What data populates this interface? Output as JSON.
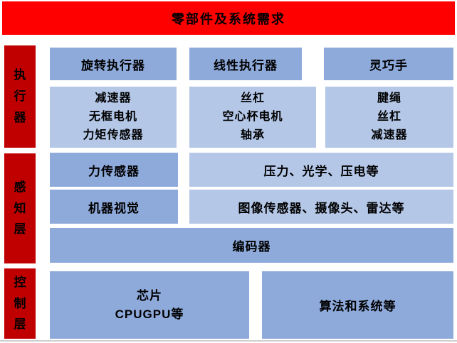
{
  "banner": {
    "title": "零部件及系统需求"
  },
  "colors": {
    "banner_red": "#fe0000",
    "side_red": "#c00000",
    "box_blue_dark": "#8eaadb",
    "box_blue_light": "#b4c7e7",
    "text": "#000000"
  },
  "sections": {
    "actuator": {
      "label": "执行器",
      "row1": [
        "旋转执行器",
        "线性执行器",
        "灵巧手"
      ],
      "row2": [
        [
          "减速器",
          "无框电机",
          "力矩传感器"
        ],
        [
          "丝杠",
          "空心杯电机",
          "轴承"
        ],
        [
          "腱绳",
          "丝杠",
          "减速器"
        ]
      ]
    },
    "perception": {
      "label": "感知层",
      "rows": [
        {
          "left": "力传感器",
          "right": "压力、光学、压电等"
        },
        {
          "left": "机器视觉",
          "right": "图像传感器、摄像头、雷达等"
        }
      ],
      "encoder": "编码器"
    },
    "control": {
      "label": "控制层",
      "chip_line1": "芯片",
      "chip_line2_en": "CPUGPU",
      "chip_line2_suffix": "等",
      "right": "算法和系统等"
    }
  }
}
